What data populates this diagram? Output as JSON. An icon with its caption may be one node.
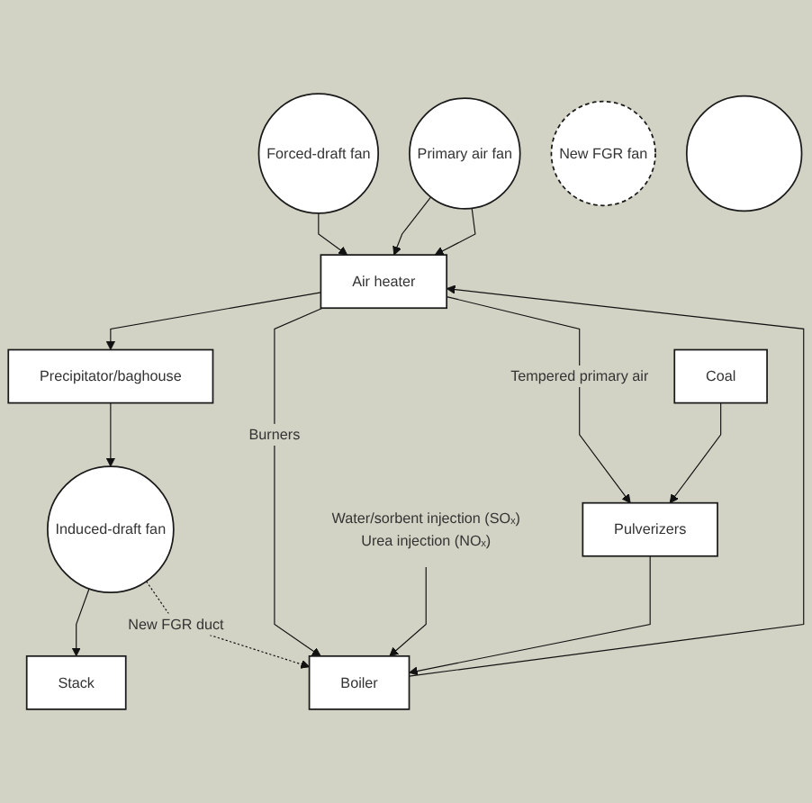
{
  "diagram": {
    "nodes": [
      {
        "text": [
          "Forced-draft fan"
        ]
      },
      {
        "text": [
          "Primary air fan"
        ]
      },
      {
        "text": [
          "Air heater"
        ]
      },
      {
        "text": [
          "Precipitator/baghouse"
        ]
      },
      {
        "text": [
          "Induced-draft fan"
        ]
      },
      {
        "text": [
          "Stack"
        ]
      },
      {
        "text": [
          "New FGR fan"
        ]
      },
      {
        "text": [
          "Boiler"
        ]
      },
      {
        "text": [
          "Water/sorbent injection (SOₓ)",
          "Urea injection (NOₓ)"
        ]
      },
      {
        "text": [
          "Pulverizers"
        ]
      },
      {
        "text": [
          "Coal"
        ]
      },
      {
        "text": [],
        "shape": "circle"
      }
    ],
    "edges": [
      {
        "from": 0,
        "to": 2,
        "arrow": "to"
      },
      {
        "from": 1,
        "to": 2,
        "arrow": "to"
      },
      {
        "from": 1,
        "to": 2,
        "arrow": "to"
      },
      {
        "from": 7,
        "to": 2,
        "arrow": "to"
      },
      {
        "from": 2,
        "to": 3,
        "arrow": "to"
      },
      {
        "from": 3,
        "to": 4,
        "arrow": "to"
      },
      {
        "from": 4,
        "to": 5,
        "arrow": "to"
      },
      {
        "from": 4,
        "to": 7,
        "arrow": "to",
        "style": "dashed",
        "label": "New FGR duct"
      },
      {
        "from": 2,
        "to": 7,
        "arrow": "to",
        "label": "Burners"
      },
      {
        "from": 2,
        "to": 9,
        "arrow": "to",
        "label": "Tempered primary air"
      },
      {
        "from": 8,
        "to": 7,
        "arrow": "to"
      },
      {
        "from": 10,
        "to": 9,
        "arrow": "to"
      },
      {
        "from": 9,
        "to": 7,
        "arrow": "to"
      }
    ]
  }
}
